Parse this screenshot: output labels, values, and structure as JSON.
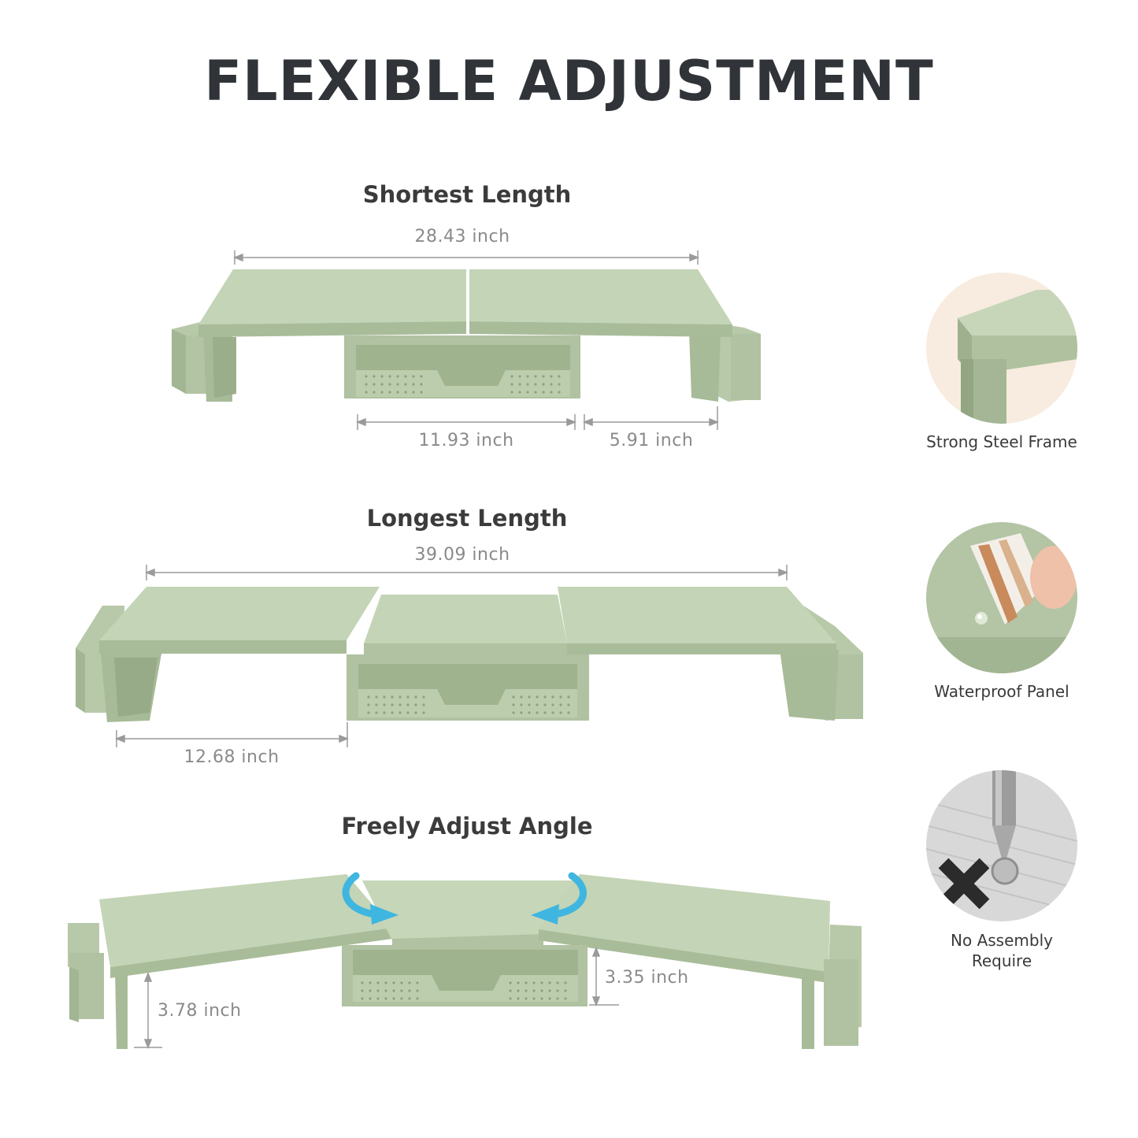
{
  "title": "FLEXIBLE ADJUSTMENT",
  "sections": {
    "shortest": {
      "heading": "Shortest Length",
      "total": "28.43 inch",
      "drawer": "11.93 inch",
      "side": "5.91 inch"
    },
    "longest": {
      "heading": "Longest Length",
      "total": "39.09 inch",
      "wing": "12.68 inch"
    },
    "angle": {
      "heading": "Freely Adjust Angle",
      "wing_height": "3.78 inch",
      "center_height": "3.35 inch"
    }
  },
  "features": [
    {
      "label": "Strong Steel Frame",
      "icon": "steel-frame-icon"
    },
    {
      "label": "Waterproof Panel",
      "icon": "waterproof-panel-icon"
    },
    {
      "label_line1": "No Assembly",
      "label_line2": "Require",
      "icon": "no-assembly-icon"
    }
  ],
  "colors": {
    "stand_top": "#c2d2b4",
    "stand_front": "#b3c5a4",
    "stand_side": "#a6b997",
    "stand_dark": "#8fa27f",
    "arrow": "#3fb6e0",
    "title": "#303438",
    "dimension_text": "#8a8a8a"
  }
}
